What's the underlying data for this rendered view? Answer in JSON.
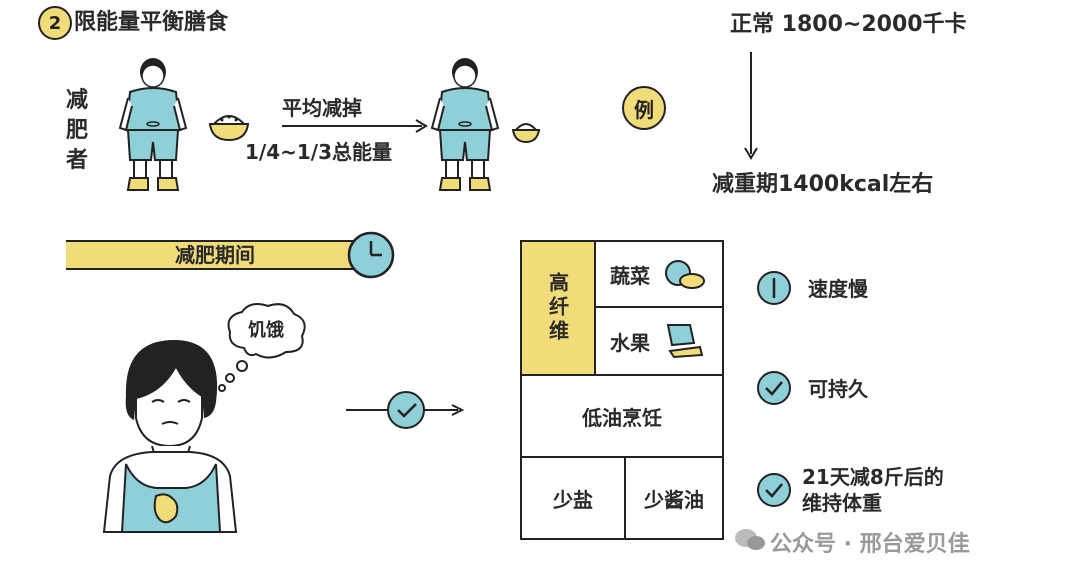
{
  "title": {
    "number": "2",
    "text": "限能量平衡膳食"
  },
  "subject_label": "减肥者",
  "arrow": {
    "line1": "平均减掉",
    "line2": "1/4~1/3总能量"
  },
  "example_label": "例",
  "energy": {
    "normal": "正常 1800~2000千卡",
    "reduced": "减重期1400kcal左右"
  },
  "period_label": "减肥期间",
  "thought_bubble": "饥饿",
  "table": {
    "fiber": "高纤维",
    "vegetables": "蔬菜",
    "fruits": "水果",
    "low_oil": "低油烹饪",
    "low_salt": "少盐",
    "low_soy": "少酱油"
  },
  "benefits": [
    {
      "text": "速度慢",
      "icon": "line-icon"
    },
    {
      "text": "可持久",
      "icon": "check-icon"
    },
    {
      "line1": "21天减8斤后的",
      "line2": "维持体重",
      "icon": "check-icon"
    }
  ],
  "watermark": "公众号 · 邢台爱贝佳",
  "colors": {
    "teal": "#8fcfd8",
    "yellow": "#f2dc7a",
    "outline": "#222222"
  }
}
